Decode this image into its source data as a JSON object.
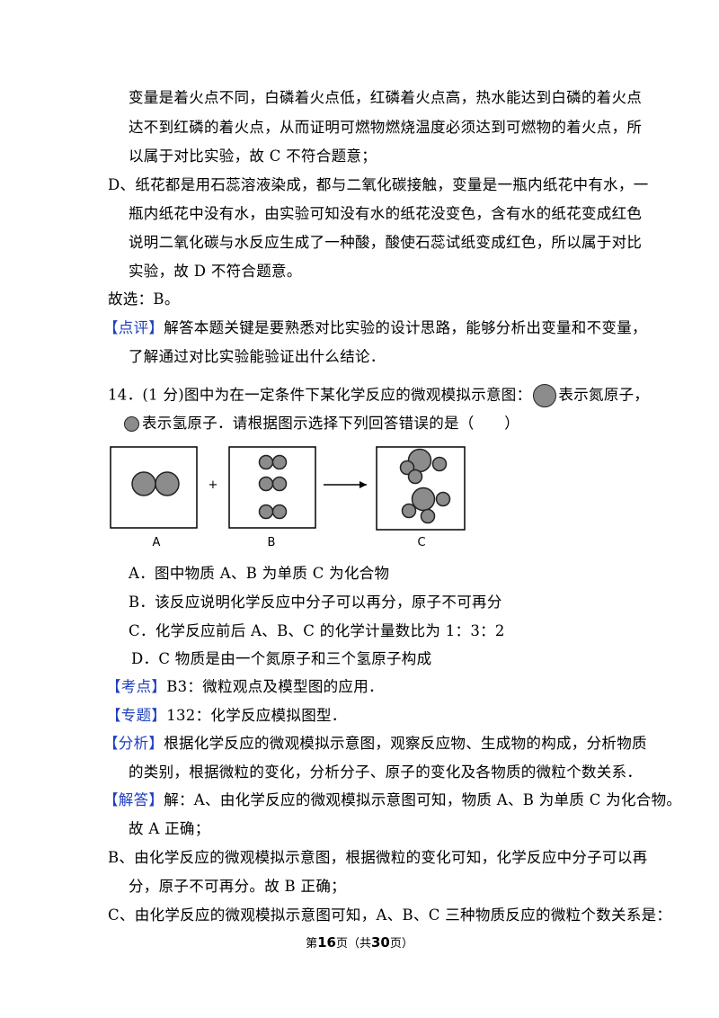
{
  "lines": {
    "c_cont1": "变量是着火点不同，白磷着火点低，红磷着火点高，热水能达到白磷的着火点",
    "c_cont2": "达不到红磷的着火点，从而证明可燃物燃烧温度必须达到可燃物的着火点，所",
    "c_cont3": "以属于对比实验，故 C 不符合题意；",
    "d1": "D、纸花都是用石蕊溶液染成，都与二氧化碳接触，变量是一瓶内纸花中有水，一",
    "d2": "瓶内纸花中没有水，由实验可知没有水的纸花没变色，含有水的纸花变成红色",
    "d3": "说明二氧化碳与水反应生成了一种酸，酸使石蕊试纸变成红色，所以属于对比",
    "d4": "实验，故 D 不符合题意。",
    "choose": "故选：B。",
    "review_tag": "【点评】",
    "review1": "解答本题关键是要熟悉对比实验的设计思路，能够分析出变量和不变量，",
    "review2": "了解通过对比实验能验证出什么结论．",
    "q14_a": "14．(1 分)图中为在一定条件下某化学反应的微观模拟示意图：",
    "q14_b": "表示氮原子，",
    "q14_c": "表示氢原子．请根据图示选择下列回答错误的是（　　）",
    "opt_a": "A．图中物质 A、B 为单质 C 为化合物",
    "opt_b": "B．该反应说明化学反应中分子可以再分，原子不可再分",
    "opt_c": "C．化学反应前后 A、B、C 的化学计量数比为 1：3：2",
    "opt_d": "D．C 物质是由一个氮原子和三个氢原子构成",
    "kaodian_tag": "【考点】",
    "kaodian": "B3：微粒观点及模型图的应用．",
    "zhuanti_tag": "【专题】",
    "zhuanti": "132：化学反应模拟图型．",
    "fenxi_tag": "【分析】",
    "fenxi1": "根据化学反应的微观模拟示意图，观察反应物、生成物的构成，分析物质",
    "fenxi2": "的类别，根据微粒的变化，分析分子、原子的变化及各物质的微粒个数关系．",
    "jieda_tag": "【解答】",
    "jieda1": "解：A、由化学反应的微观模拟示意图可知，物质 A、B 为单质 C 为化合物。",
    "jieda2": "故 A 正确；",
    "b1": "B、由化学反应的微观模拟示意图，根据微粒的变化可知，化学反应中分子可以再",
    "b2": "分，原子不可再分。故 B 正确；",
    "c1": "C、由化学反应的微观模拟示意图可知，A、B、C 三种物质反应的微粒个数关系是："
  },
  "figure": {
    "label_a": "A",
    "label_b": "B",
    "label_c": "C",
    "plus": "+"
  },
  "footer": {
    "prefix": "第",
    "page": "16",
    "mid": "页（共",
    "total": "30",
    "suffix": "页）"
  },
  "colors": {
    "atom_fill": "#8c8c8c",
    "tag_blue": "#1f3fbf"
  }
}
